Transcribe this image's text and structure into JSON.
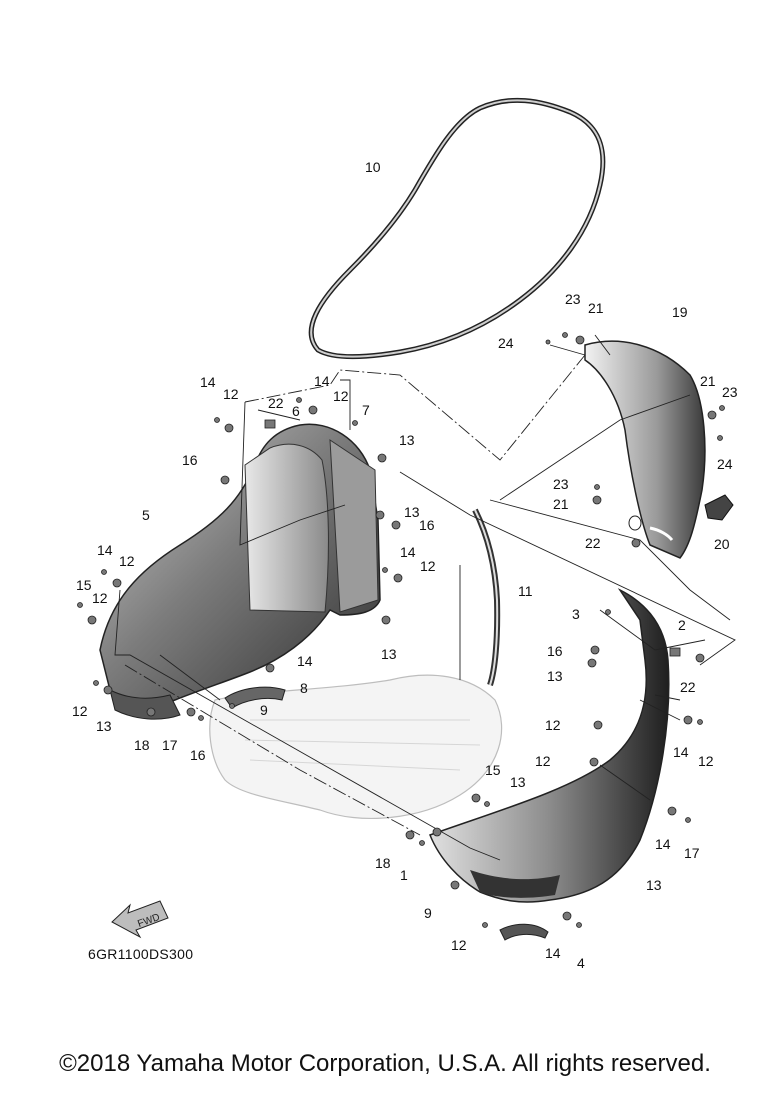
{
  "diagram_code": "6GR1100DS300",
  "fwd_label": "FWD",
  "copyright": "©2018 Yamaha Motor Corporation, U.S.A. All rights reserved.",
  "callouts": [
    "10",
    "23",
    "21",
    "19",
    "24",
    "14",
    "12",
    "14",
    "22",
    "6",
    "12",
    "7",
    "13",
    "16",
    "21",
    "23",
    "24",
    "23",
    "21",
    "13",
    "16",
    "5",
    "22",
    "20",
    "14",
    "12",
    "14",
    "12",
    "11",
    "15",
    "12",
    "2",
    "3",
    "16",
    "13",
    "8",
    "13",
    "22",
    "9",
    "14",
    "12",
    "13",
    "18",
    "17",
    "16",
    "12",
    "14",
    "12",
    "15",
    "13",
    "12",
    "14",
    "17",
    "18",
    "1",
    "13",
    "9",
    "12",
    "14",
    "4"
  ]
}
